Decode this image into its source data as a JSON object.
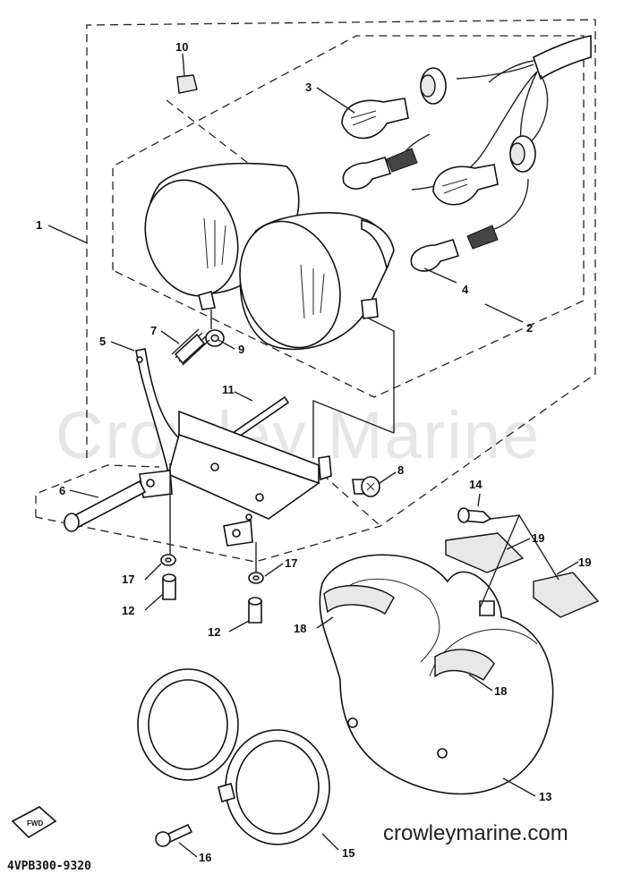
{
  "watermark": "Crowley Marine",
  "website": "crowleymarine.com",
  "diagram_code": "4VPB300-9320",
  "fwd_label": "FWD",
  "callouts": [
    {
      "id": "c1",
      "text": "1"
    },
    {
      "id": "c2",
      "text": "2"
    },
    {
      "id": "c3",
      "text": "3"
    },
    {
      "id": "c4",
      "text": "4"
    },
    {
      "id": "c5",
      "text": "5"
    },
    {
      "id": "c6",
      "text": "6"
    },
    {
      "id": "c7",
      "text": "7"
    },
    {
      "id": "c8",
      "text": "8"
    },
    {
      "id": "c9",
      "text": "9"
    },
    {
      "id": "c10",
      "text": "10"
    },
    {
      "id": "c11",
      "text": "11"
    },
    {
      "id": "c12a",
      "text": "12"
    },
    {
      "id": "c12b",
      "text": "12"
    },
    {
      "id": "c13",
      "text": "13"
    },
    {
      "id": "c14",
      "text": "14"
    },
    {
      "id": "c15",
      "text": "15"
    },
    {
      "id": "c16",
      "text": "16"
    },
    {
      "id": "c17a",
      "text": "17"
    },
    {
      "id": "c17b",
      "text": "17"
    },
    {
      "id": "c18a",
      "text": "18"
    },
    {
      "id": "c18b",
      "text": "18"
    },
    {
      "id": "c19a",
      "text": "19"
    },
    {
      "id": "c19b",
      "text": "19"
    }
  ]
}
